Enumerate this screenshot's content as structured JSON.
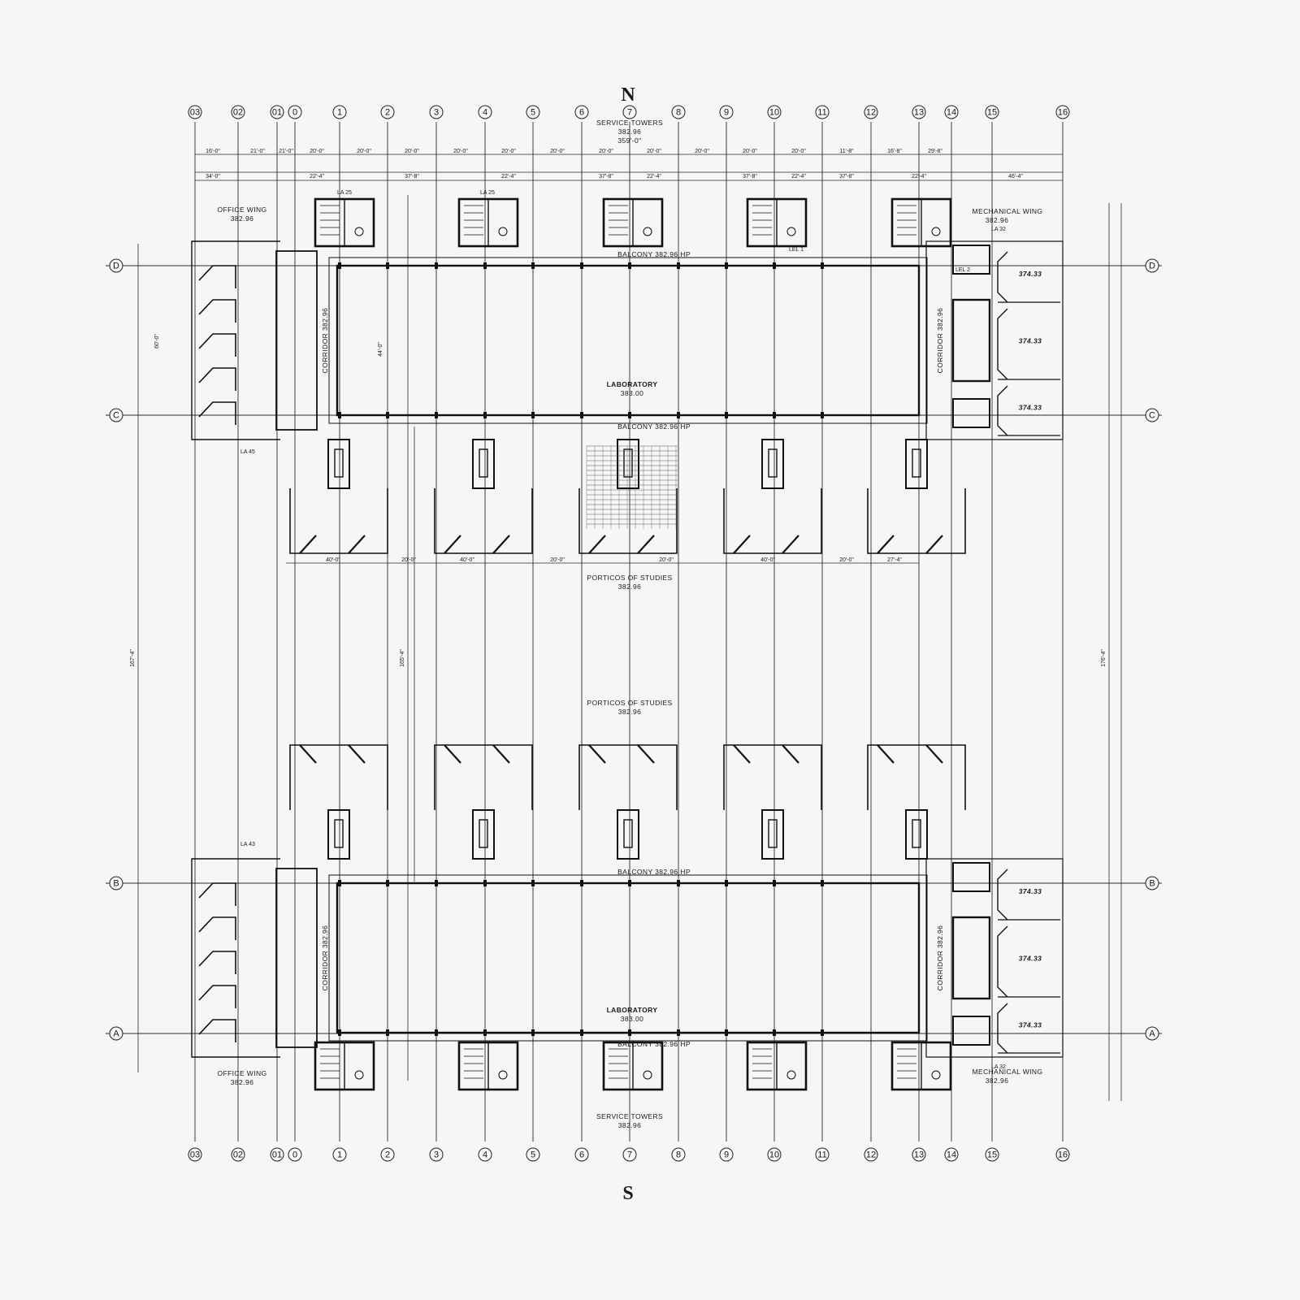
{
  "compass": {
    "north": "N",
    "south": "S"
  },
  "grid_columns": [
    "03",
    "02",
    "01",
    "0",
    "1",
    "2",
    "3",
    "4",
    "5",
    "6",
    "7",
    "8",
    "9",
    "10",
    "11",
    "12",
    "13",
    "14",
    "15",
    "16"
  ],
  "grid_rows_north": [
    "D",
    "C"
  ],
  "grid_rows_south": [
    "B",
    "A"
  ],
  "north_block": {
    "service_towers": {
      "title": "SERVICE TOWERS",
      "elev": "382.96",
      "overall": "359'-0\""
    },
    "office_wing": {
      "title": "OFFICE WING",
      "elev": "382.96"
    },
    "mechanical_wing": {
      "title": "MECHANICAL WING",
      "elev": "382.96"
    },
    "balcony_top": "BALCONY 382.96 HP",
    "balcony_bottom": "BALCONY 382.96 HP",
    "laboratory": {
      "title": "LABORATORY",
      "elev": "383.00"
    },
    "corridor_west": "CORRIDOR 382.96",
    "corridor_east": "CORRIDOR 382.96",
    "porticos": {
      "title": "PORTICOS OF STUDIES",
      "elev": "382.96"
    },
    "mech_rooms": [
      "374.33",
      "374.33",
      "374.33"
    ]
  },
  "south_block": {
    "service_towers": {
      "title": "SERVICE TOWERS",
      "elev": "382.96"
    },
    "office_wing": {
      "title": "OFFICE WING",
      "elev": "382.96"
    },
    "mechanical_wing": {
      "title": "MECHANICAL WING",
      "elev": "382.96"
    },
    "balcony_top": "BALCONY 382.96 HP",
    "balcony_bottom": "BALCONY 382.96 HP",
    "laboratory": {
      "title": "LABORATORY",
      "elev": "383.00"
    },
    "corridor_west": "CORRIDOR 382.96",
    "corridor_east": "CORRIDOR 382.96",
    "porticos": {
      "title": "PORTICOS OF STUDIES",
      "elev": "382.96"
    },
    "mech_rooms": [
      "374.33",
      "374.33",
      "374.33"
    ]
  },
  "tags": [
    "LA 25",
    "LA 25",
    "LA 32",
    "LA 45",
    "LA 43",
    "LA 32",
    "LEL 1",
    "LEL 2"
  ],
  "dimensions": {
    "top_row1": [
      "16'-0\"",
      "21'-0\"",
      "21'-0\"",
      "20'-0\"",
      "20'-0\"",
      "20'-0\"",
      "20'-0\"",
      "20'-0\"",
      "20'-0\"",
      "20'-0\"",
      "20'-0\"",
      "20'-0\"",
      "20'-0\"",
      "20'-0\"",
      "11'-8\"",
      "16'-8\"",
      "29'-8\""
    ],
    "top_row2": [
      "34'-0\"",
      "22'-4\"",
      "37'-8\"",
      "22'-4\"",
      "37'-8\"",
      "22'-4\"",
      "37'-8\"",
      "22'-4\"",
      "37'-8\"",
      "22'-4\"",
      "46'-4\""
    ],
    "portico_north": [
      "40'-0\"",
      "20'-0\"",
      "40'-0\"",
      "20'-0\"",
      "20'-0\"",
      "40'-0\"",
      "20'-0\"",
      "27'-4\""
    ],
    "west_overall": "167'-4\"",
    "east_overall": "176'-4\"",
    "lab_width": "60'-0\"",
    "court": "165'-4\"",
    "lab_inner": "44'-0\""
  }
}
